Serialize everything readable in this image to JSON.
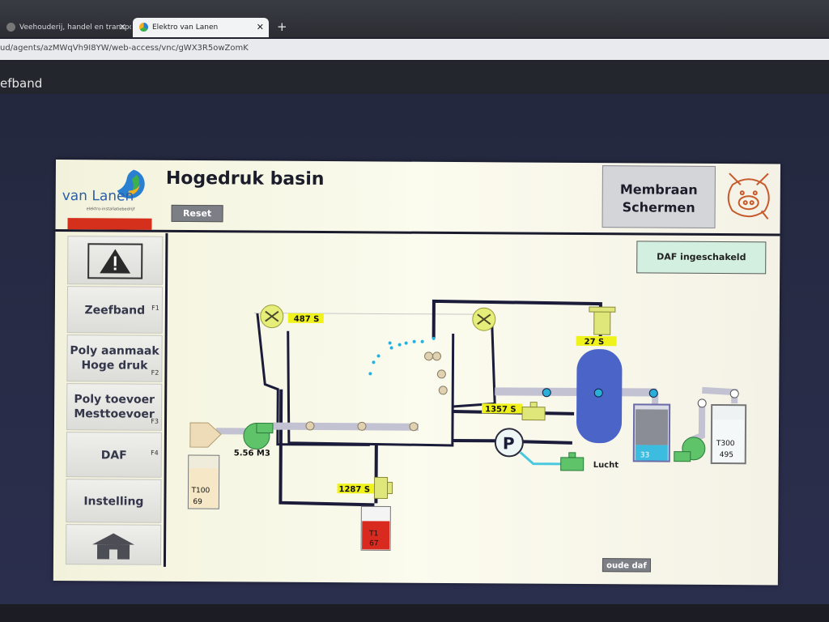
{
  "browser": {
    "tabs": [
      {
        "label": "Veehouderij, handel en transport",
        "close": "✕"
      },
      {
        "label": "Elektro van Lanen",
        "close": "✕"
      }
    ],
    "new_tab": "+",
    "url": "ud/agents/azMWqVh9I8YW/web-access/vnc/gWX3R5owZomK"
  },
  "app": {
    "title": "efband"
  },
  "header": {
    "logo": {
      "name": "van Lanen",
      "tagline": "elektro-installatiebedrijf"
    },
    "title": "Hogedruk basin",
    "reset_label": "Reset",
    "membraan_line1": "Membraan",
    "membraan_line2": "Schermen"
  },
  "sidebar": {
    "items": [
      {
        "line1": "Zeefband",
        "line2": "",
        "fkey": "F1"
      },
      {
        "line1": "Poly aanmaak",
        "line2": "Hoge druk",
        "fkey": "F2"
      },
      {
        "line1": "Poly toevoer",
        "line2": "Mesttoevoer",
        "fkey": "F3"
      },
      {
        "line1": "DAF",
        "line2": "",
        "fkey": "F4"
      },
      {
        "line1": "Instelling",
        "line2": "",
        "fkey": ""
      }
    ],
    "alarm_icon": "warning-triangle-icon",
    "home_icon": "house-icon"
  },
  "status": {
    "daf": "DAF ingeschakeld"
  },
  "process": {
    "fan_timer": "487 S",
    "valve_top_timer": "27 S",
    "valve_mid_timer": "1357 S",
    "valve_bottom_timer": "1287 S",
    "pump_flow": "5.56 M3",
    "pressure_symbol": "P",
    "air_label": "Lucht",
    "tank_t100": {
      "name": "T100",
      "value": "69"
    },
    "tank_t1": {
      "name": "T1",
      "value": "67"
    },
    "tank_small": {
      "value": "33"
    },
    "tank_t300": {
      "name": "T300",
      "value": "495"
    }
  },
  "footer": {
    "oude_daf_label": "oude daf"
  },
  "colors": {
    "accent_red": "#d4301c",
    "pipe": "#1b1b3a",
    "tank_blue": "#4a64c8",
    "pump_green": "#5fc36a",
    "timer_yellow": "#f0f21c"
  }
}
